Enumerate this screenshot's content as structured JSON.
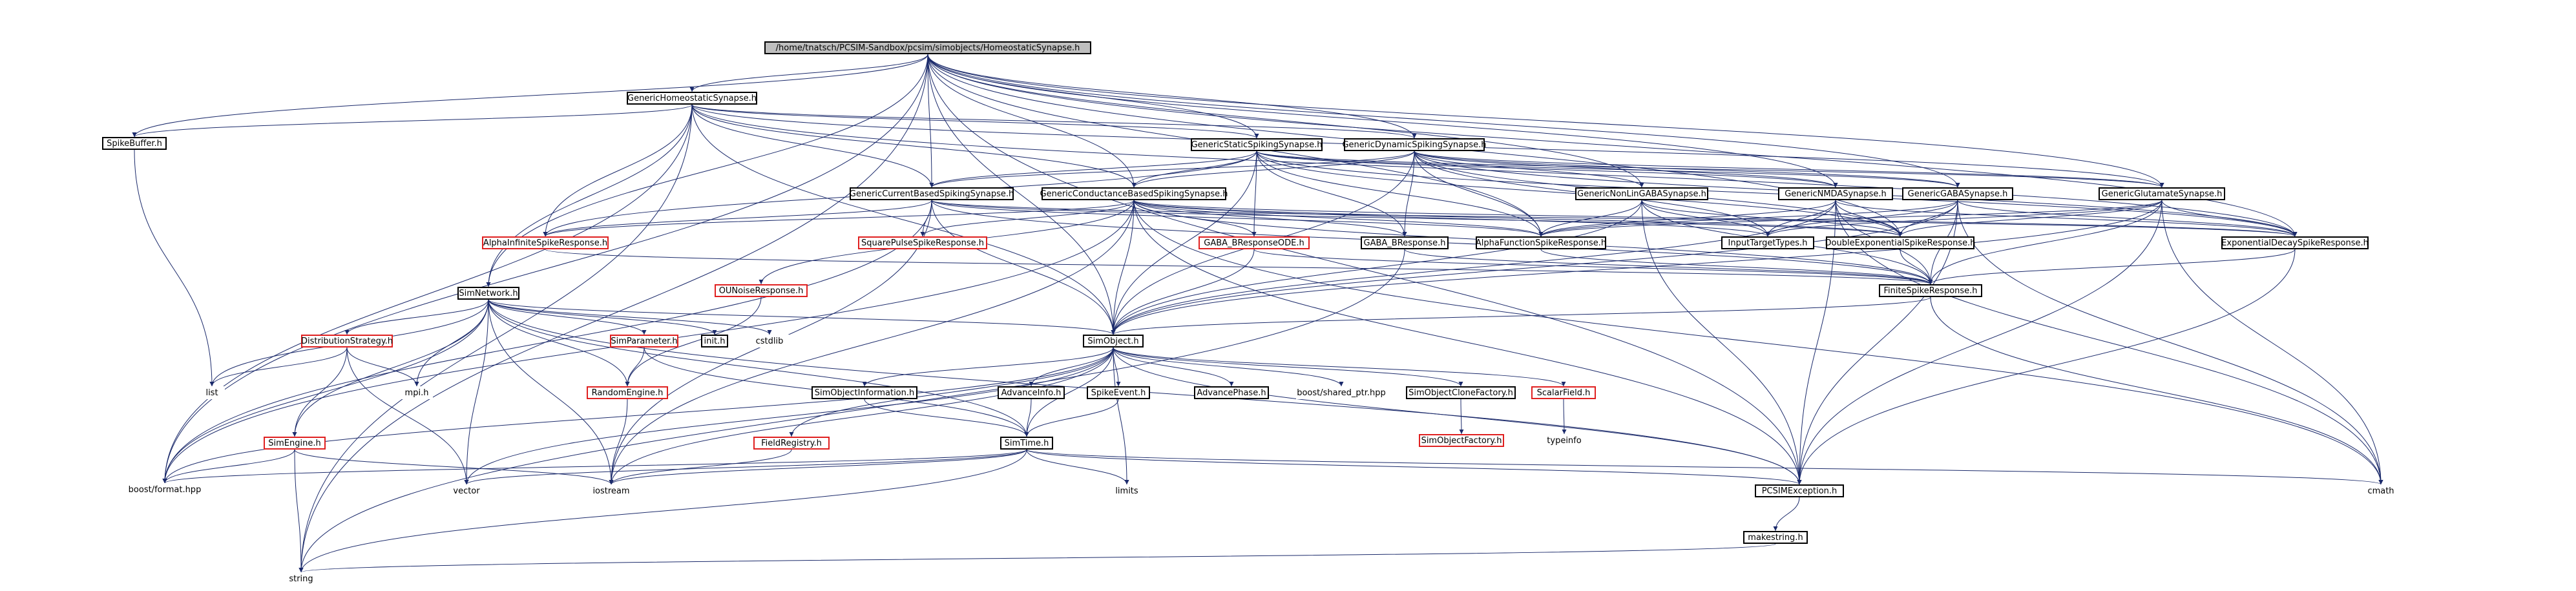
{
  "colors": {
    "edge": "#1b2a6b",
    "root_fill": "#bfbfbf",
    "red_border": "#e02020",
    "box_border": "#000000",
    "ext_border": "#bfbfbf"
  },
  "nodes": {
    "root": "/home/tnatsch/PCSIM-Sandbox/pcsim/simobjects/HomeostaticSynapse.h",
    "ghs": "GenericHomeostaticSynapse.h",
    "spikebuffer": "SpikeBuffer.h",
    "gss": "GenericStaticSpikingSynapse.h",
    "gdss": "GenericDynamicSpikingSynapse.h",
    "gcbss": "GenericCurrentBasedSpikingSynapse.h",
    "gcondbss": "GenericConductanceBasedSpikingSynapse.h",
    "gnonlin": "GenericNonLinGABASynapse.h",
    "gnmda": "GenericNMDASynapse.h",
    "ggaba": "GenericGABASynapse.h",
    "gglut": "GenericGlutamateSynapse.h",
    "alphainf": "AlphaInfiniteSpikeResponse.h",
    "squarepulse": "SquarePulseSpikeResponse.h",
    "gaba_bode": "GABA_BResponseODE.h",
    "gaba_b": "GABA_BResponse.h",
    "alphafunc": "AlphaFunctionSpikeResponse.h",
    "inputtarget": "InputTargetTypes.h",
    "doubleexp": "DoubleExponentialSpikeResponse.h",
    "expdecay": "ExponentialDecaySpikeResponse.h",
    "ounoise": "OUNoiseResponse.h",
    "finite": "FiniteSpikeResponse.h",
    "simnetwork": "SimNetwork.h",
    "distrib": "DistributionStrategy.h",
    "simparam": "SimParameter.h",
    "init": "init.h",
    "cstdlib": "cstdlib",
    "simobject": "SimObject.h",
    "list": "list",
    "mpi": "mpi.h",
    "randomengine": "RandomEngine.h",
    "simobjinfo": "SimObjectInformation.h",
    "advanceinfo": "AdvanceInfo.h",
    "spikeevent": "SpikeEvent.h",
    "advancephase": "AdvancePhase.h",
    "sharedptr": "boost/shared_ptr.hpp",
    "clonefactory": "SimObjectCloneFactory.h",
    "scalarfield": "ScalarField.h",
    "typeinfo": "typeinfo",
    "simobjfactory": "SimObjectFactory.h",
    "simengine": "SimEngine.h",
    "fieldregistry": "FieldRegistry.h",
    "simtime": "SimTime.h",
    "bformat": "boost/format.hpp",
    "vector": "vector",
    "iostream": "iostream",
    "limits": "limits",
    "pcsimexc": "PCSIMException.h",
    "cmath": "cmath",
    "makestring": "makestring.h",
    "string": "string"
  }
}
